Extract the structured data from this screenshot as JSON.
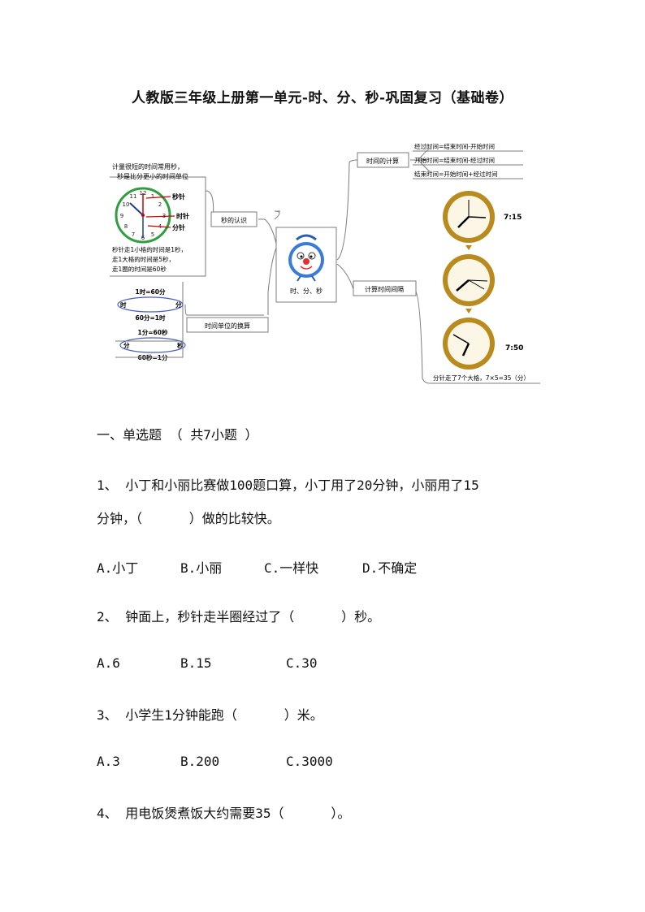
{
  "title": "人教版三年级上册第一单元-时、分、秒-巩固复习（基础卷）",
  "mindmap": {
    "center_label": "时、分、秒",
    "second_branch": {
      "label": "秒的认识",
      "note_top": [
        "计量很短的时间常用秒，",
        "秒是比分更小的时间单位"
      ],
      "hand_labels": [
        "秒针",
        "时针",
        "分针"
      ],
      "note_bottom": [
        "秒针走1小格的时间是1秒，",
        "走1大格的时间是5秒，",
        "走1圈的时间是60秒"
      ]
    },
    "conversion_branch": {
      "label": "时间单位的换算",
      "hour_minute": {
        "top": "1时=60分",
        "left": "时",
        "right": "分",
        "bottom": "60分=1时"
      },
      "minute_second": {
        "top": "1分=60秒",
        "left": "分",
        "right": "秒",
        "bottom": "60秒=1分"
      }
    },
    "calc_branch": {
      "label": "时间的计算",
      "formulas": [
        "经过时间=结束时间-开始时间",
        "开始时间=结束时间-经过时间",
        "结束时间=开始时间+经过时间"
      ]
    },
    "interval_branch": {
      "label": "计算时间间隔",
      "time_start": "7:15",
      "time_end": "7:50",
      "note": "分针走了7个大格，7×5=35（分）"
    }
  },
  "section": "一、单选题 （ 共7小题 ）",
  "questions": [
    {
      "line1": "1、 小丁和小丽比赛做100题口算，小丁用了20分钟，小丽用了15",
      "line2": "分钟，（      ）做的比较快。",
      "options": [
        "A.小丁",
        "B.小丽",
        "C.一样快",
        "D.不确定"
      ]
    },
    {
      "line1": "2、 钟面上，秒针走半圈经过了（      ）秒。",
      "options": [
        "A.6",
        "B.15",
        "C.30"
      ]
    },
    {
      "line1": "3、 小学生1分钟能跑（      ）米。",
      "options": [
        "A.3",
        "B.200",
        "C.3000"
      ]
    },
    {
      "line1": "4、 用电饭煲煮饭大约需要35（      ）。"
    }
  ]
}
